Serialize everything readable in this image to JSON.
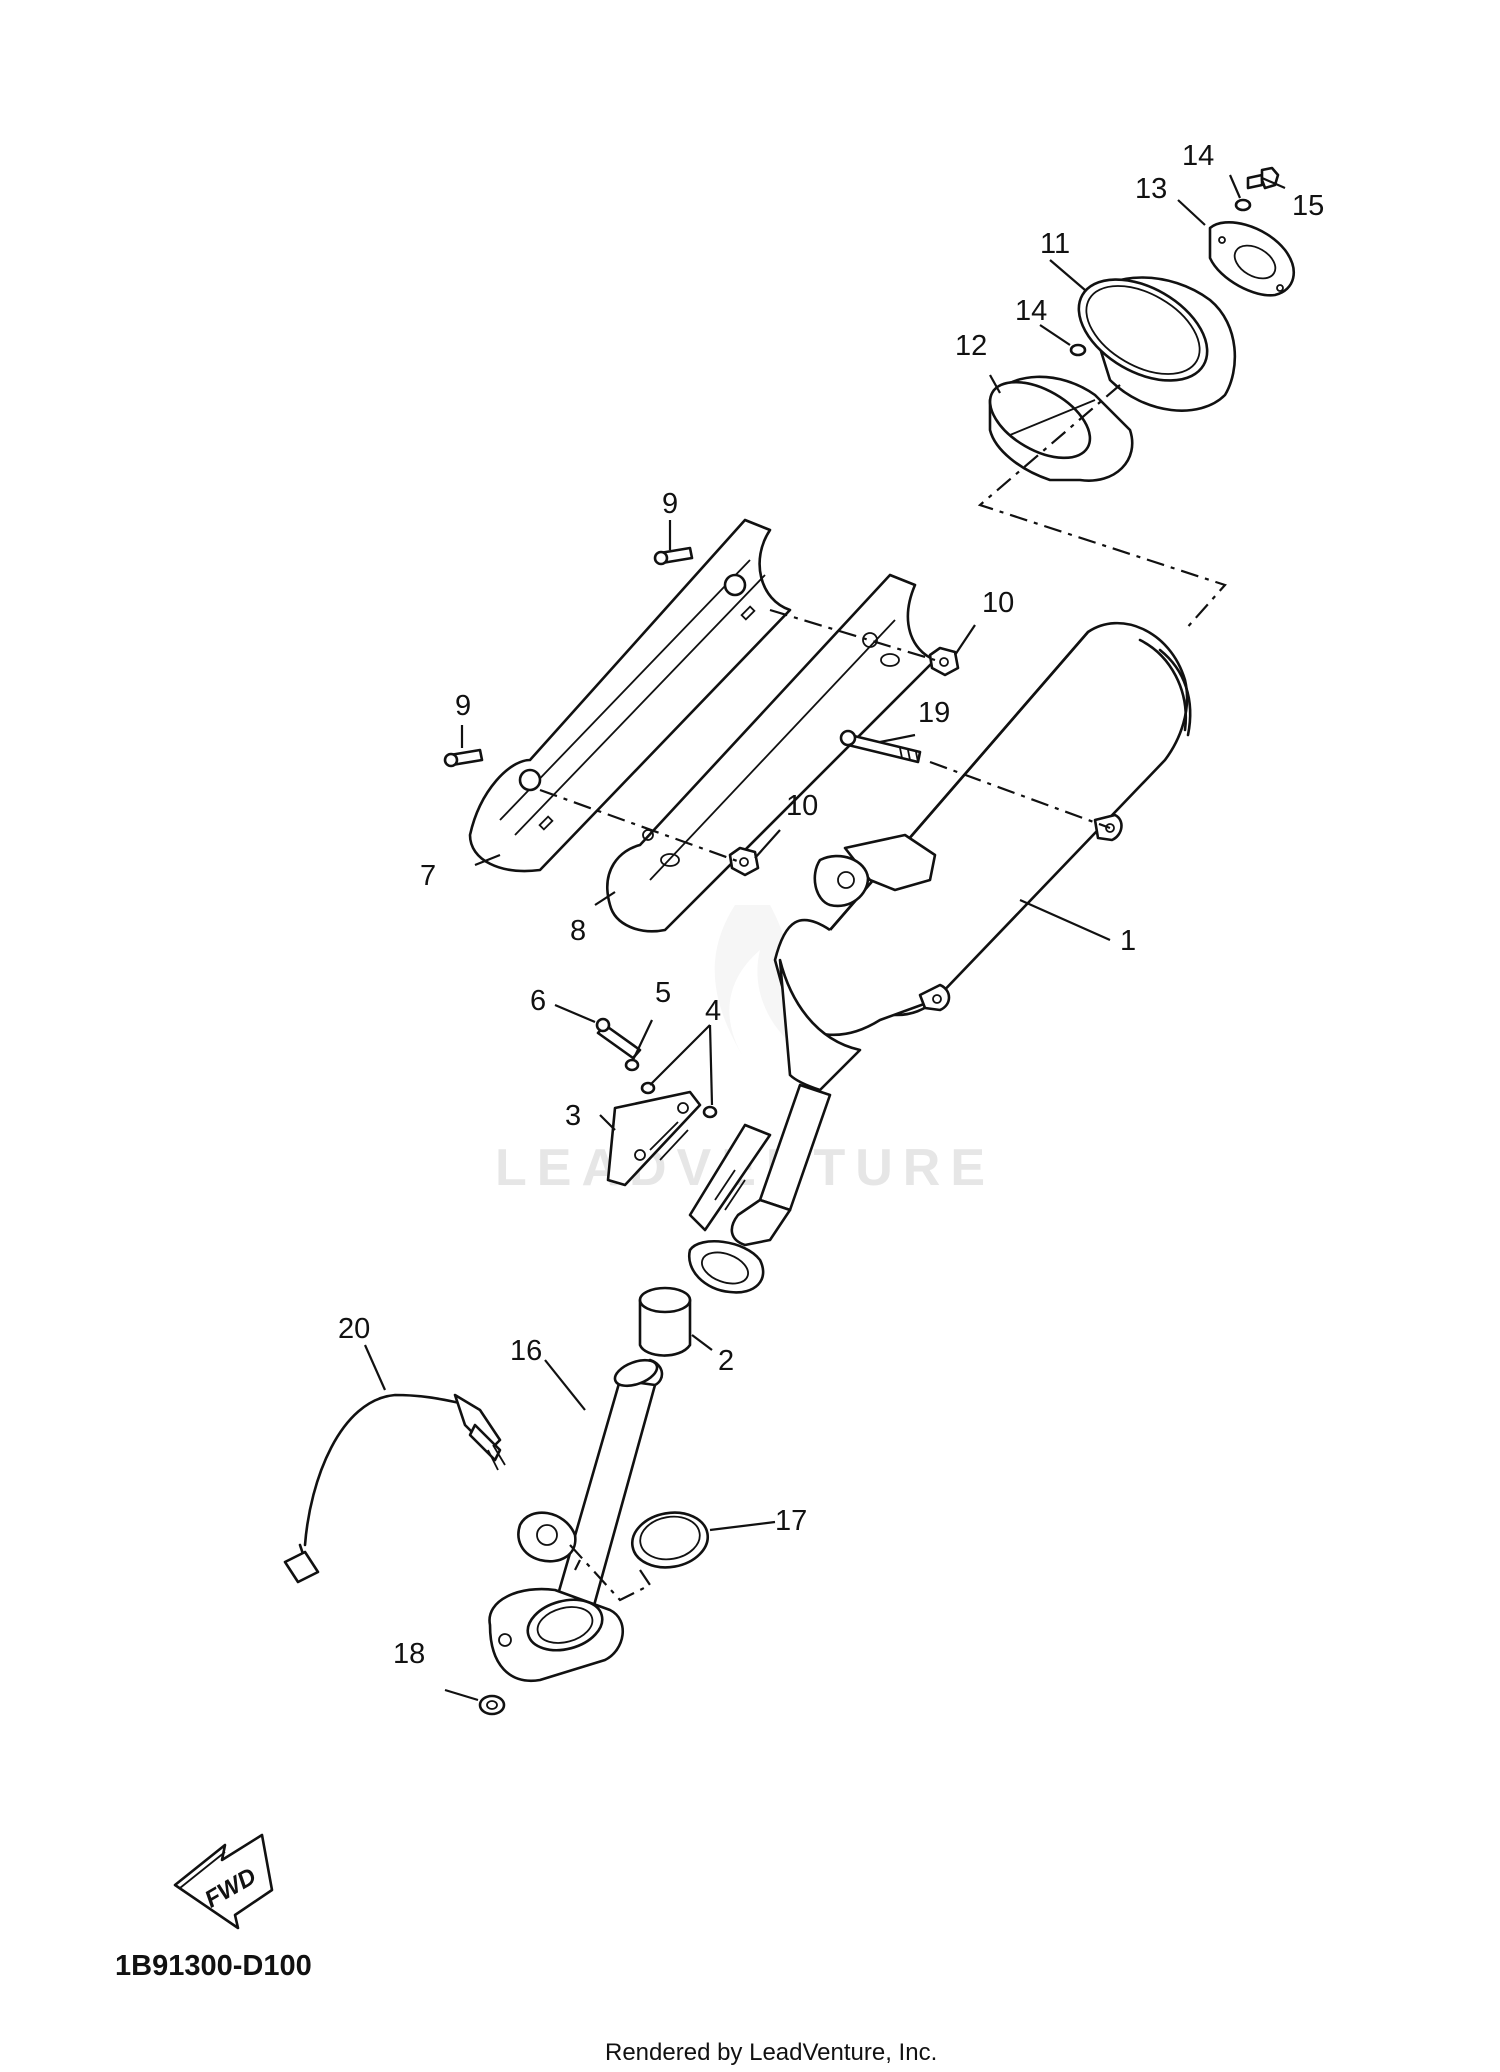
{
  "diagram": {
    "watermark": "LEADVENTURE",
    "direction_badge": "FWD",
    "diagram_code": "1B91300-D100",
    "footer": "Rendered by LeadVenture, Inc.",
    "callouts": [
      {
        "key": "c1",
        "label": "1"
      },
      {
        "key": "c2",
        "label": "2"
      },
      {
        "key": "c3",
        "label": "3"
      },
      {
        "key": "c4",
        "label": "4"
      },
      {
        "key": "c5",
        "label": "5"
      },
      {
        "key": "c6",
        "label": "6"
      },
      {
        "key": "c7",
        "label": "7"
      },
      {
        "key": "c8",
        "label": "8"
      },
      {
        "key": "c9a",
        "label": "9"
      },
      {
        "key": "c9b",
        "label": "9"
      },
      {
        "key": "c10a",
        "label": "10"
      },
      {
        "key": "c10b",
        "label": "10"
      },
      {
        "key": "c11",
        "label": "11"
      },
      {
        "key": "c12",
        "label": "12"
      },
      {
        "key": "c13",
        "label": "13"
      },
      {
        "key": "c14a",
        "label": "14"
      },
      {
        "key": "c14b",
        "label": "14"
      },
      {
        "key": "c15",
        "label": "15"
      },
      {
        "key": "c16",
        "label": "16"
      },
      {
        "key": "c17",
        "label": "17"
      },
      {
        "key": "c18",
        "label": "18"
      },
      {
        "key": "c19",
        "label": "19"
      },
      {
        "key": "c20",
        "label": "20"
      }
    ]
  }
}
